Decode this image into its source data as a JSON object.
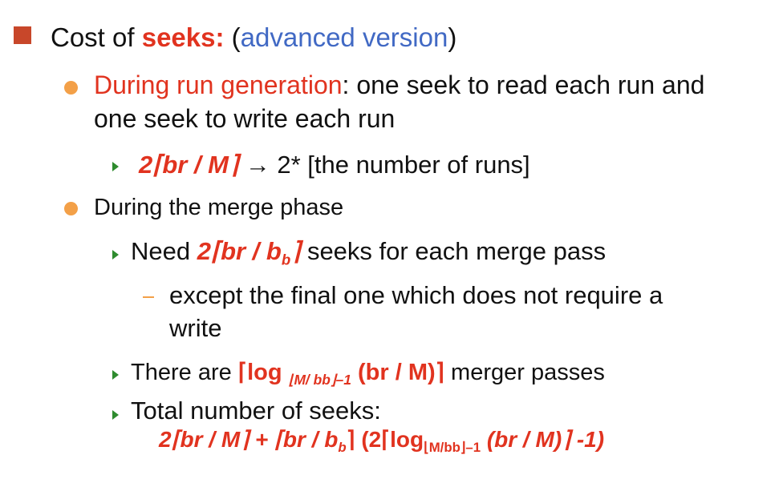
{
  "heading": {
    "prefix": "Cost of ",
    "seeks": "seeks:",
    "open": " (",
    "advanced": "advanced version",
    "close": ")"
  },
  "run_gen": {
    "label": "During run generation",
    "rest1": ": one seek to read each run and",
    "rest2": "one seek to write each run",
    "formula": "2⌈br / M⌉",
    "arrow": "→ 2* [the number of runs]"
  },
  "merge": {
    "label": "During the merge phase",
    "need": "Need ",
    "need_formula_a": "2⌈br / b",
    "need_formula_sub": "b",
    "need_formula_b": "⌉",
    "need_rest": "seeks for each merge pass",
    "except1": "except the final one which does not require a",
    "except2": "write",
    "there_are": "There are ",
    "log_a": "⌈log ",
    "log_sub": "⌊M/ bb⌋–1",
    "log_b": " (br / M)⌉",
    "passes": " merger passes",
    "total": "Total number of seeks:",
    "total_formula_a": "2⌈br / M⌉ + ⌈br / b",
    "total_formula_sub": "b",
    "total_formula_b": "⌉ (2⌈log",
    "total_formula_sub2": "⌊M/bb⌋–1",
    "total_formula_c": " (br / M)⌉ -1)"
  }
}
